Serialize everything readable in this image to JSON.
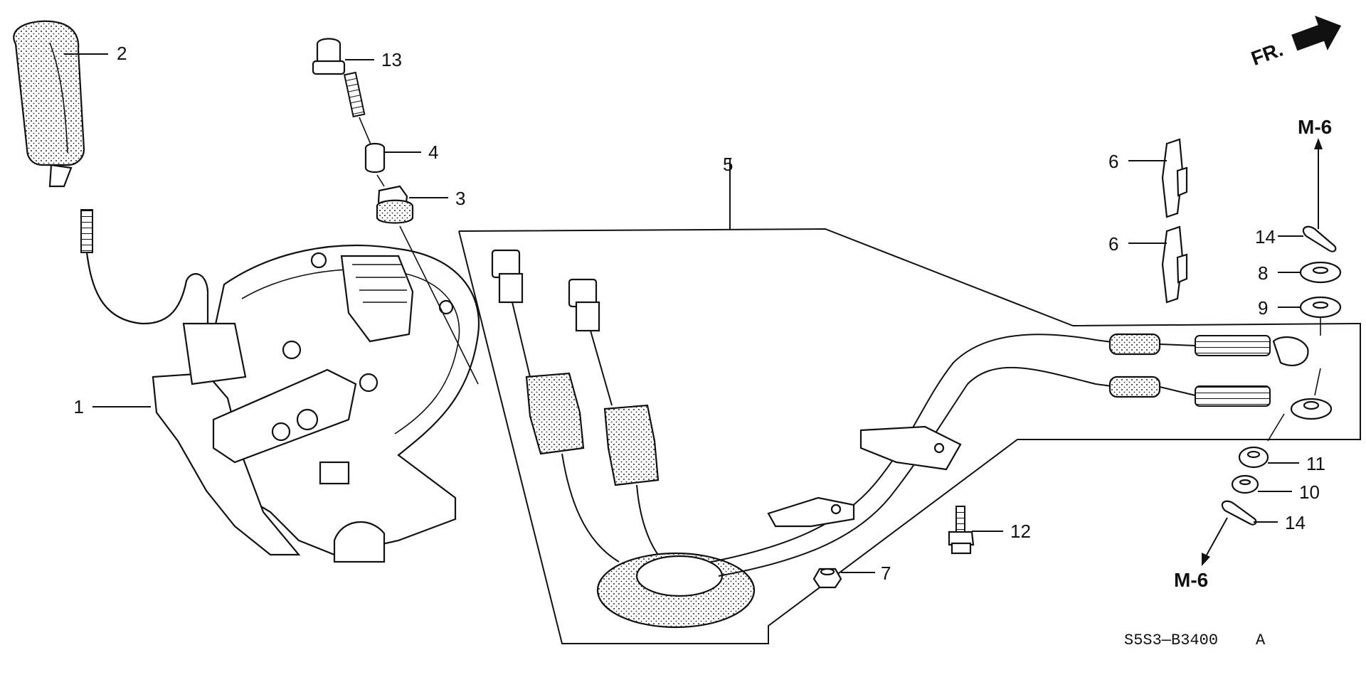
{
  "orientation": {
    "label": "FR."
  },
  "references": {
    "upper": "M-6",
    "lower": "M-6"
  },
  "drawing_code": "S5S3—B3400",
  "drawing_code_suffix": "A",
  "callouts": {
    "c1": "1",
    "c2": "2",
    "c3": "3",
    "c4": "4",
    "c5": "5",
    "c6a": "6",
    "c6b": "6",
    "c7": "7",
    "c8": "8",
    "c9": "9",
    "c10": "10",
    "c11": "11",
    "c12": "12",
    "c13": "13",
    "c14a": "14",
    "c14b": "14"
  },
  "icons": [
    "front-arrow-icon"
  ]
}
